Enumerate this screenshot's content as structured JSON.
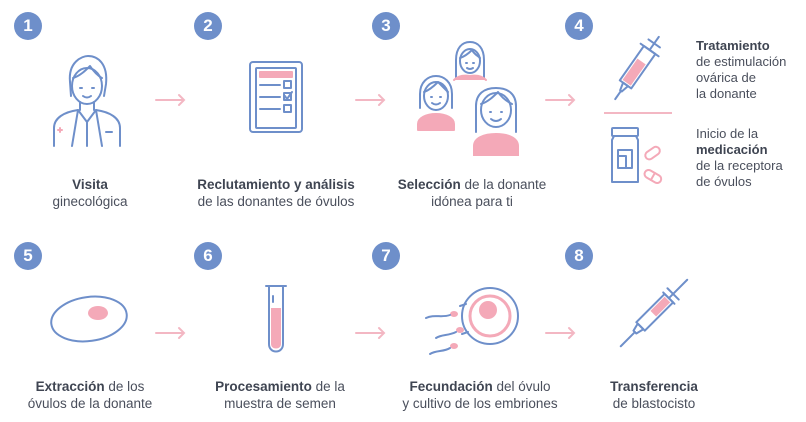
{
  "steps": [
    {
      "num": "1",
      "bold": "Visita",
      "rest": "ginecológica"
    },
    {
      "num": "2",
      "bold": "Reclutamiento y análisis",
      "rest": "de las donantes de óvulos"
    },
    {
      "num": "3",
      "bold": "Selección",
      "rest_a": " de la donante",
      "rest_b": "idónea para ti"
    },
    {
      "num": "4",
      "top_bold": "Tratamiento",
      "top_l1": "de estimulación",
      "top_l2": "ovárica de",
      "top_l3": "la donante",
      "bot_l0": "Inicio de la",
      "bot_bold": "medicación",
      "bot_l1": "de la receptora",
      "bot_l2": "de óvulos"
    },
    {
      "num": "5",
      "bold": "Extracción",
      "rest_a": " de los",
      "rest_b": "óvulos de la donante"
    },
    {
      "num": "6",
      "bold": "Procesamiento",
      "rest_a": " de la",
      "rest_b": "muestra de semen"
    },
    {
      "num": "7",
      "bold": "Fecundación",
      "rest_a": " del óvulo",
      "rest_b": "y cultivo de los embriones"
    },
    {
      "num": "8",
      "bold": "Transferencia",
      "rest": "de blastocisto"
    }
  ],
  "icons": [
    "doctor-icon",
    "checklist-icon",
    "women-icon",
    "syringe-icon",
    "medication-icon",
    "ovum-icon",
    "test-tube-icon",
    "fertilization-icon",
    "transfer-syringe-icon"
  ],
  "colors": {
    "badge": "#6e8fca",
    "stroke": "#6e8fca",
    "pink": "#f4a9b8",
    "arrow": "#f3b7c3",
    "text": "#4a4f5c"
  }
}
